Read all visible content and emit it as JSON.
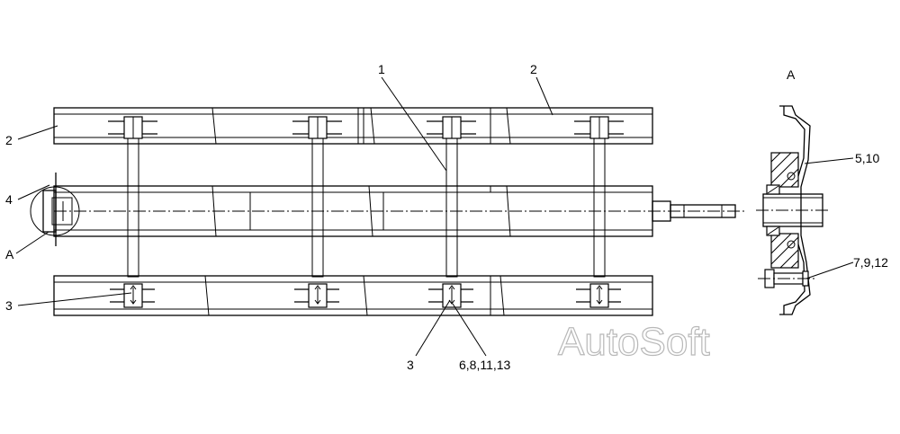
{
  "labels": {
    "item_1": "1",
    "item_2_top_left": "2",
    "item_2_top_right": "2",
    "item_3_left": "3",
    "item_3_bottom": "3",
    "item_4": "4",
    "view_a_left": "A",
    "view_a_title": "A",
    "item_5_10": "5,10",
    "item_7_9_12": "7,9,12",
    "item_6_8_11_13": "6,8,11,13"
  },
  "watermark": "AutoSoft"
}
